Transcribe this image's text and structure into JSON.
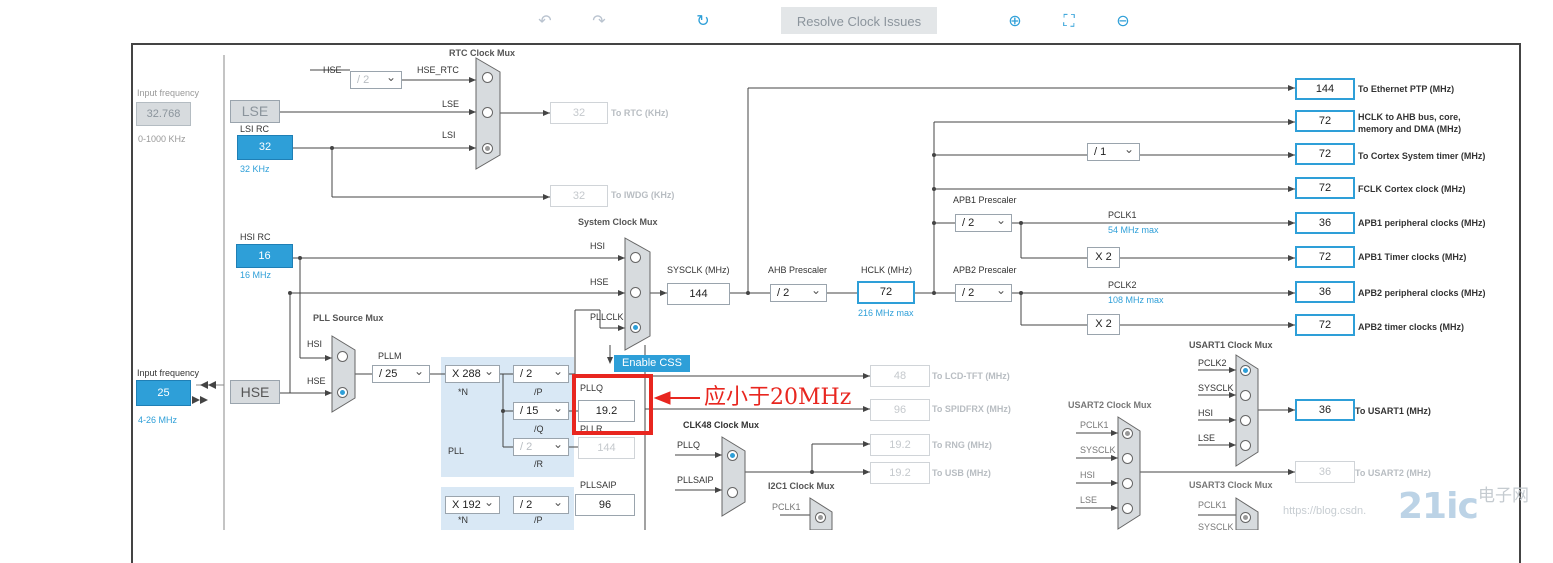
{
  "toolbar": {
    "undo_icon": "undo-icon",
    "redo_icon": "redo-icon",
    "refresh_icon": "refresh-icon",
    "resolve_label": "Resolve Clock Issues",
    "zoom_in_icon": "zoom-in-icon",
    "fit_icon": "fit-screen-icon",
    "zoom_out_icon": "zoom-out-icon"
  },
  "sources": {
    "input_freq_label_top": "Input frequency",
    "lse_input_value": "32.768",
    "lse_range": "0-1000 KHz",
    "lse_label": "LSE",
    "lsi_rc_label": "LSI RC",
    "lsi_value": "32",
    "lsi_unit": "32 KHz",
    "hsi_rc_label": "HSI RC",
    "hsi_value": "16",
    "hsi_unit": "16 MHz",
    "input_freq_label_bottom": "Input frequency",
    "hse_input_value": "25",
    "hse_range": "4-26 MHz",
    "hse_label": "HSE"
  },
  "rtc_mux": {
    "title": "RTC Clock Mux",
    "hse_in": "HSE",
    "hse_div": "/ 2",
    "hse_rtc": "HSE_RTC",
    "lse_in": "LSE",
    "lsi_in": "LSI",
    "rtc_value": "32",
    "rtc_label": "To RTC (KHz)",
    "iwdg_value": "32",
    "iwdg_label": "To IWDG (KHz)"
  },
  "sysclk": {
    "title": "System Clock Mux",
    "hsi": "HSI",
    "hse": "HSE",
    "pllclk": "PLLCLK",
    "sysclk_label": "SYSCLK (MHz)",
    "sysclk_value": "144",
    "css_button": "Enable CSS",
    "ahb_label": "AHB Prescaler",
    "ahb_value": "/ 2",
    "hclk_label": "HCLK (MHz)",
    "hclk_value": "72",
    "hclk_max": "216 MHz max"
  },
  "pll": {
    "source_mux_title": "PLL Source Mux",
    "hsi": "HSI",
    "hse": "HSE",
    "pllm_label": "PLLM",
    "pllm_value": "/ 25",
    "n_value": "X 288",
    "n_label": "*N",
    "p_value": "/ 2",
    "p_label": "/P",
    "q_value": "/ 15",
    "q_label": "/Q",
    "r_value": "/ 2",
    "r_label": "/R",
    "pll_label": "PLL",
    "pllq_label": "PLLQ",
    "pllq_value": "19.2",
    "pllr_label": "PLLR",
    "pllr_value": "144",
    "saip_label": "PLLSAIP",
    "saip_value": "96",
    "n2_value": "X 192",
    "n2_label": "*N",
    "p2_value": "/ 2",
    "p2_label": "/P"
  },
  "annotation": "应小于20MHz",
  "outputs": {
    "eth_value": "144",
    "eth_label": "To Ethernet PTP (MHz)",
    "ahb_value": "72",
    "ahb_label_1": "HCLK to AHB bus, core,",
    "ahb_label_2": "memory and DMA (MHz)",
    "cortex_div": "/ 1",
    "cortex_value": "72",
    "cortex_label": "To Cortex System timer (MHz)",
    "fclk_value": "72",
    "fclk_label": "FCLK Cortex clock (MHz)",
    "apb1_prescaler_label": "APB1 Prescaler",
    "apb1_div": "/ 2",
    "pclk1_label": "PCLK1",
    "pclk1_max": "54 MHz max",
    "apb1_periph_value": "36",
    "apb1_periph_label": "APB1 peripheral clocks (MHz)",
    "apb1_x2": "X 2",
    "apb1_timer_value": "72",
    "apb1_timer_label": "APB1 Timer clocks (MHz)",
    "apb2_prescaler_label": "APB2 Prescaler",
    "apb2_div": "/ 2",
    "pclk2_label": "PCLK2",
    "pclk2_max": "108 MHz max",
    "apb2_periph_value": "36",
    "apb2_periph_label": "APB2 peripheral clocks (MHz)",
    "apb2_x2": "X 2",
    "apb2_timer_value": "72",
    "apb2_timer_label": "APB2 timer clocks (MHz)",
    "lcd_value": "48",
    "lcd_label": "To LCD-TFT (MHz)",
    "spdif_value": "96",
    "spdif_label": "To SPIDFRX (MHz)",
    "clk48_title": "CLK48 Clock Mux",
    "clk48_pllq": "PLLQ",
    "clk48_saip": "PLLSAIP",
    "rng_value": "19.2",
    "rng_label": "To RNG (MHz)",
    "usb_value": "19.2",
    "usb_label": "To USB (MHz)",
    "i2c1_title": "I2C1 Clock Mux",
    "i2c1_pclk1": "PCLK1",
    "usart1_title": "USART1 Clock Mux",
    "usart1_pclk2": "PCLK2",
    "usart1_sysclk": "SYSCLK",
    "usart1_hsi": "HSI",
    "usart1_lse": "LSE",
    "usart1_value": "36",
    "usart1_label": "To USART1 (MHz)",
    "usart2_title": "USART2 Clock Mux",
    "usart2_pclk1": "PCLK1",
    "usart2_sysclk": "SYSCLK",
    "usart2_hsi": "HSI",
    "usart2_lse": "LSE",
    "usart2_value": "36",
    "usart2_label": "To USART2 (MHz)",
    "usart3_title": "USART3 Clock Mux",
    "usart3_pclk1": "PCLK1",
    "usart3_sysclk": "SYSCLK"
  },
  "watermark": {
    "url": "https://blog.csdn.",
    "logo": "21ic",
    "logo_cn": "电子网"
  }
}
